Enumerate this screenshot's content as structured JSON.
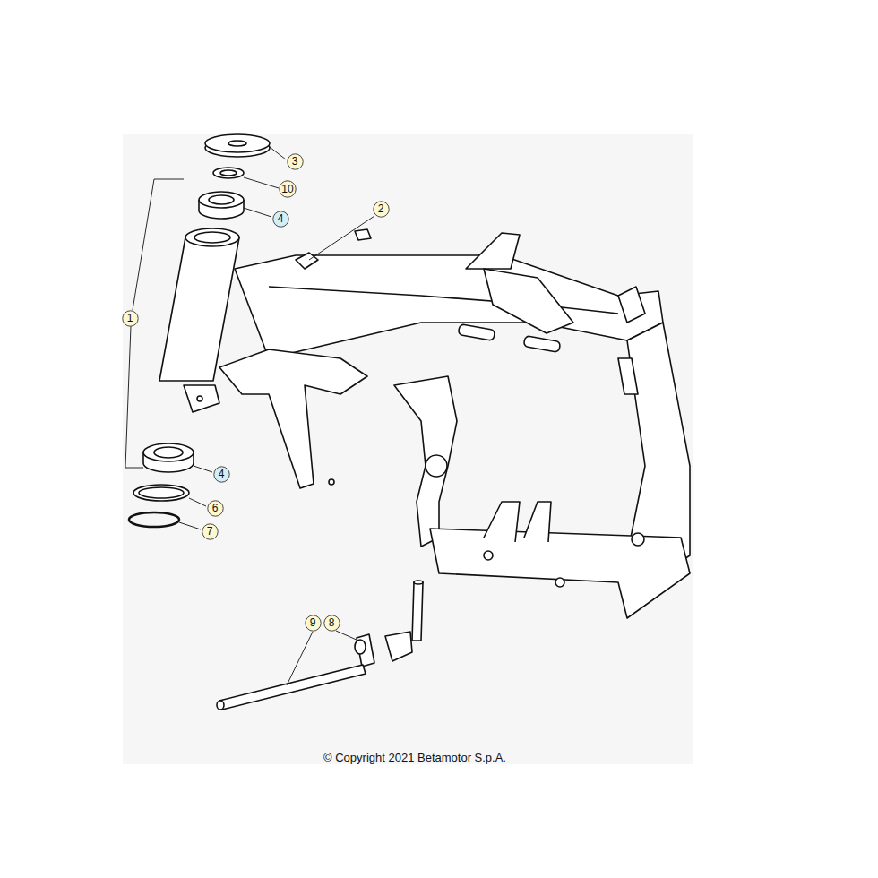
{
  "diagram": {
    "caption": "© Copyright 2021 Betamotor S.p.A.",
    "nodes": [
      {
        "text": [
          "3"
        ]
      },
      {
        "text": [
          "10"
        ]
      },
      {
        "text": [
          "4"
        ]
      },
      {
        "text": [
          "2"
        ]
      },
      {
        "text": [
          "1"
        ]
      },
      {
        "text": [
          "4"
        ]
      },
      {
        "text": [
          "6"
        ]
      },
      {
        "text": [
          "7"
        ]
      },
      {
        "text": [
          "9"
        ]
      },
      {
        "text": [
          "8"
        ]
      }
    ]
  }
}
